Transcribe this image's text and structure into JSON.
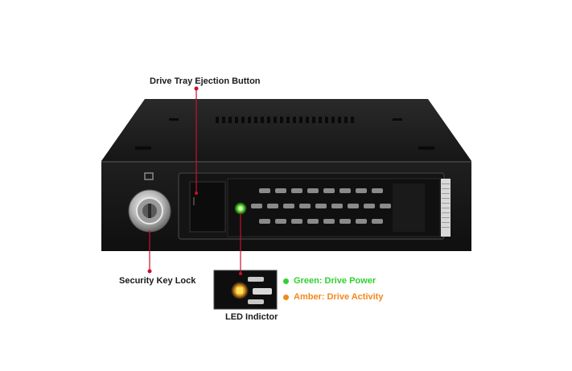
{
  "callouts": {
    "eject_button": "Drive Tray Ejection Button",
    "key_lock": "Security Key Lock",
    "led": "LED Indictor"
  },
  "legend": {
    "green": {
      "text": "Green: Drive Power",
      "color": "#2fd12f"
    },
    "amber": {
      "text": "Amber: Drive Activity",
      "color": "#f08a1c"
    }
  },
  "colors": {
    "callout_line": "#c8102e",
    "chassis": "#1c1c1c"
  }
}
